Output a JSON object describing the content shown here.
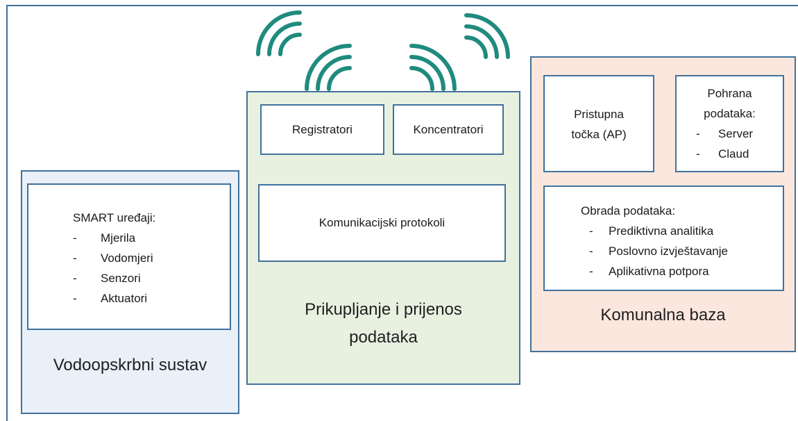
{
  "colors": {
    "border": "#41719c",
    "wave": "#1f8b7e",
    "water_fill": "#e9f0f8",
    "collection_fill": "#e8f1e0",
    "utility_fill": "#fbe7dd"
  },
  "water_system": {
    "title": "Vodoopskrbni sustav",
    "devices": {
      "heading": "SMART uređaji:",
      "items": [
        "Mjerila",
        "Vodomjeri",
        "Senzori",
        "Aktuatori"
      ]
    }
  },
  "collection": {
    "title_line1": "Prikupljanje i prijenos",
    "title_line2": "podataka",
    "registrators": "Registratori",
    "concentrators": "Koncentratori",
    "protocols": "Komunikacijski protokoli"
  },
  "utility": {
    "title": "Komunalna baza",
    "access_point_line1": "Pristupna",
    "access_point_line2": "točka (AP)",
    "storage": {
      "heading_line1": "Pohrana",
      "heading_line2": "podataka:",
      "items": [
        "Server",
        "Claud"
      ]
    },
    "processing": {
      "heading": "Obrada podataka:",
      "items": [
        "Prediktivna analitika",
        "Poslovno izvještavanje",
        "Aplikativna potpora"
      ]
    }
  },
  "list_marker": "-",
  "wireless_icons": [
    "wifi-wave-icon",
    "wifi-wave-icon",
    "wifi-wave-icon",
    "wifi-wave-icon"
  ]
}
